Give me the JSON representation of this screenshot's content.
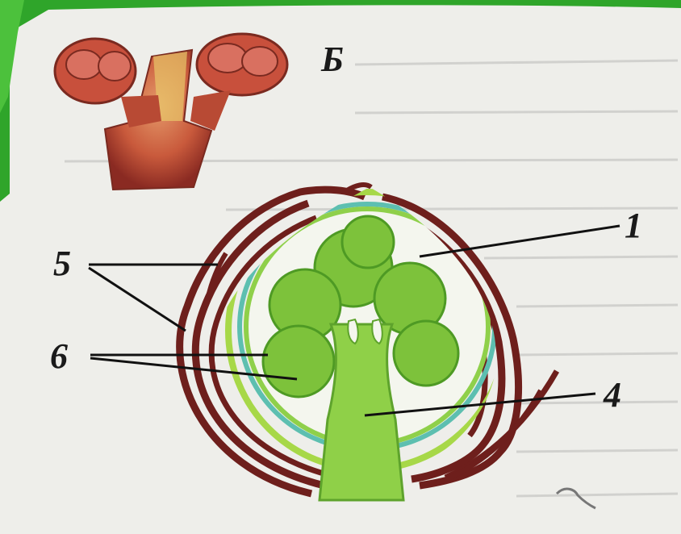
{
  "figure": {
    "panel_letter": "Б",
    "labels": {
      "one": "1",
      "four": "4",
      "five": "5",
      "six": "6"
    }
  },
  "colors": {
    "page_background": "#eeeeea",
    "frame_green": "#2fa52a",
    "scale_brown": "#6e1f1c",
    "bud_light_green": "#9ccf3a",
    "bud_teal_ring": "#5dbfb0",
    "leaf_green": "#7dc23b",
    "inner_white": "#f4f6ee"
  },
  "icons": {
    "specimen": "bud-twig-illustration"
  }
}
